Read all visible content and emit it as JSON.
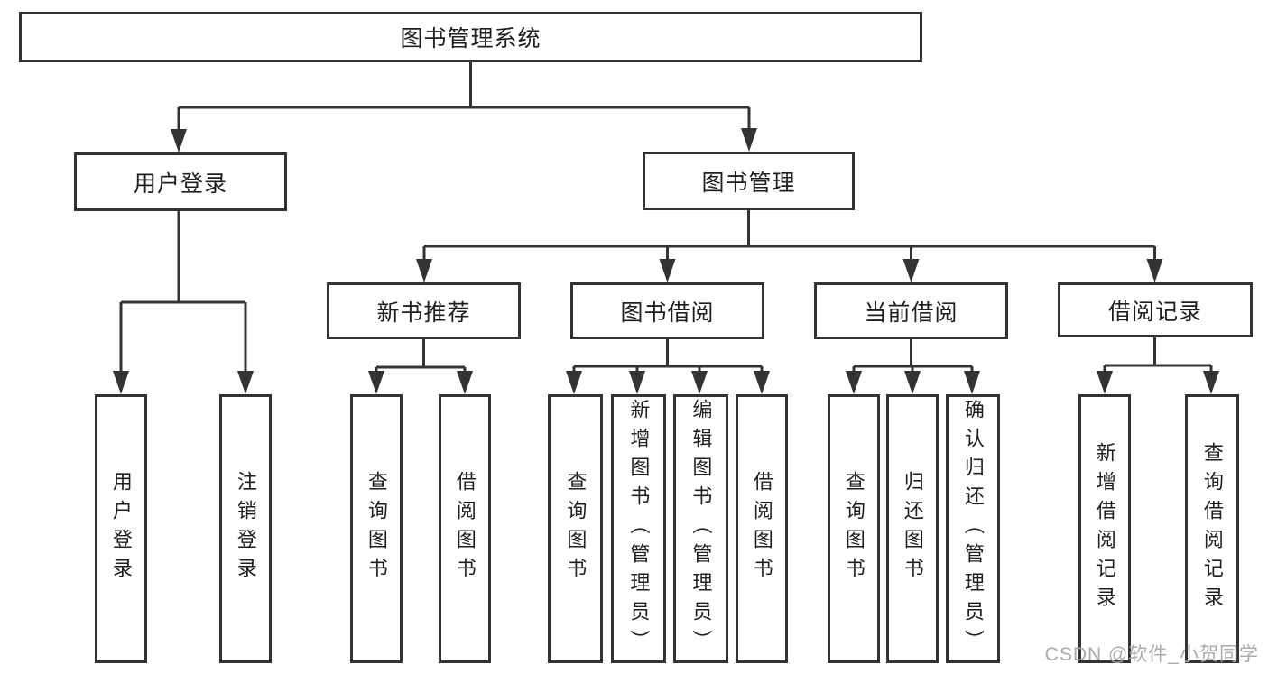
{
  "diagram": {
    "tree": {
      "label": "图书管理系统",
      "children": [
        {
          "label": "用户登录",
          "children": [
            {
              "label": "用户登录"
            },
            {
              "label": "注销登录"
            }
          ]
        },
        {
          "label": "图书管理",
          "children": [
            {
              "label": "新书推荐",
              "children": [
                {
                  "label": "查询图书"
                },
                {
                  "label": "借阅图书"
                }
              ]
            },
            {
              "label": "图书借阅",
              "children": [
                {
                  "label": "查询图书"
                },
                {
                  "label": "新增图书（管理员）"
                },
                {
                  "label": "编辑图书（管理员）"
                },
                {
                  "label": "借阅图书"
                }
              ]
            },
            {
              "label": "当前借阅",
              "children": [
                {
                  "label": "查询图书"
                },
                {
                  "label": "归还图书"
                },
                {
                  "label": "确认归还（管理员）"
                }
              ]
            },
            {
              "label": "借阅记录",
              "children": [
                {
                  "label": "新增借阅记录"
                },
                {
                  "label": "查询借阅记录"
                }
              ]
            }
          ]
        }
      ]
    },
    "colors": {
      "line": "#333333",
      "text": "#1f1f1f",
      "background": "#ffffff",
      "watermark": "#ababab"
    }
  },
  "watermark": {
    "text": "CSDN @软件_小贺同学"
  }
}
